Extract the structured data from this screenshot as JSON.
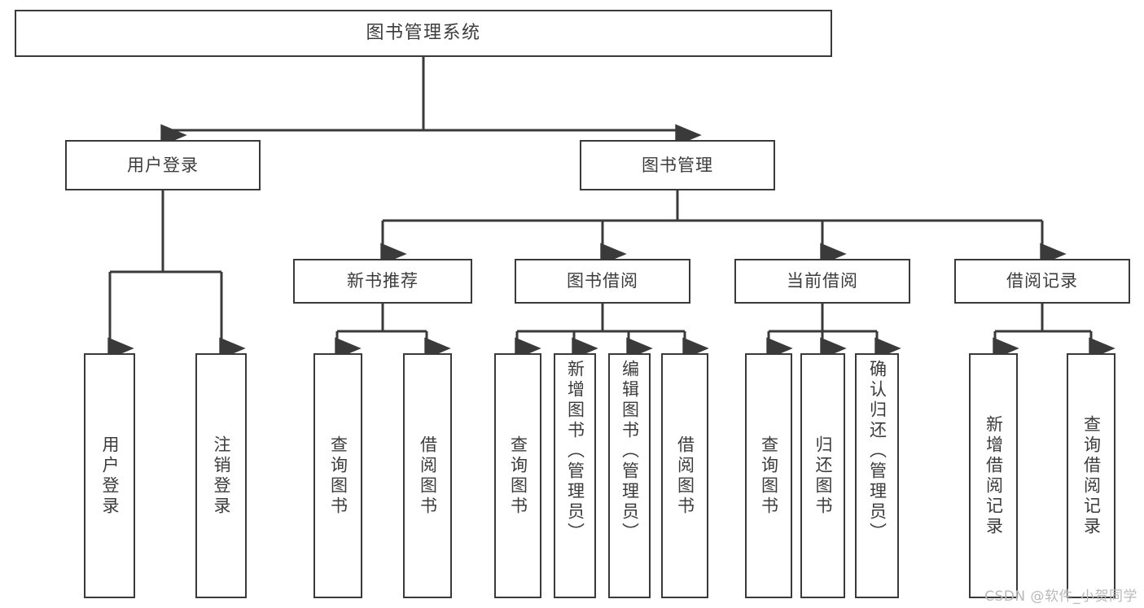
{
  "diagram": {
    "title": "图书管理系统",
    "type": "tree-hierarchy",
    "root": {
      "label": "图书管理系统"
    },
    "level1": [
      {
        "label": "用户登录"
      },
      {
        "label": "图书管理"
      }
    ],
    "level2": [
      {
        "label": "新书推荐"
      },
      {
        "label": "图书借阅"
      },
      {
        "label": "当前借阅"
      },
      {
        "label": "借阅记录"
      }
    ],
    "leaves": {
      "user_login": [
        {
          "label": "用户登录"
        },
        {
          "label": "注销登录"
        }
      ],
      "new_book_recommend": [
        {
          "label": "查询图书"
        },
        {
          "label": "借阅图书"
        }
      ],
      "book_borrow": [
        {
          "label": "查询图书"
        },
        {
          "label": "新增图书（管理员）"
        },
        {
          "label": "编辑图书（管理员）"
        },
        {
          "label": "借阅图书"
        }
      ],
      "current_borrow": [
        {
          "label": "查询图书"
        },
        {
          "label": "归还图书"
        },
        {
          "label": "确认归还（管理员）"
        }
      ],
      "borrow_record": [
        {
          "label": "新增借阅记录"
        },
        {
          "label": "查询借阅记录"
        }
      ]
    }
  },
  "watermark": {
    "text": "CSDN @软件_小贺同学"
  },
  "colors": {
    "stroke": "#3a3a3a",
    "text": "#3c3c3c",
    "background": "#ffffff",
    "watermark": "#b9b9b9"
  }
}
